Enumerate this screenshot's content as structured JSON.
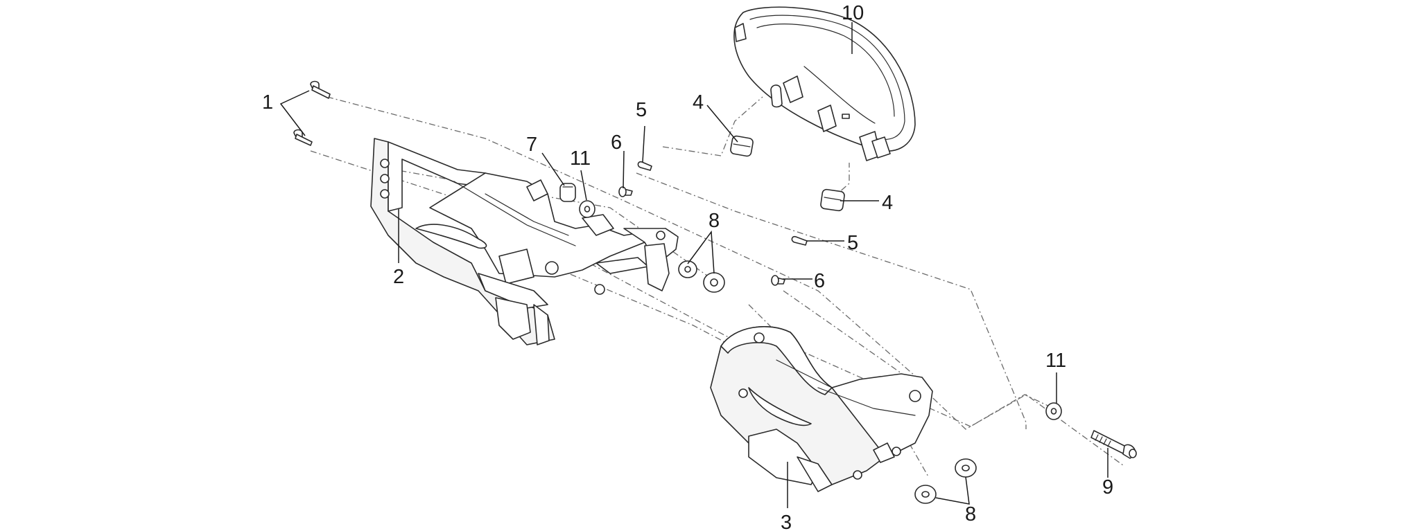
{
  "callouts": {
    "c1": "1",
    "c2": "2",
    "c3": "3",
    "c4a": "4",
    "c4b": "4",
    "c5a": "5",
    "c5b": "5",
    "c6a": "6",
    "c6b": "6",
    "c7": "7",
    "c8a": "8",
    "c8b": "8",
    "c9": "9",
    "c10": "10",
    "c11a": "11",
    "c11b": "11"
  },
  "colors": {
    "line": "#2a2a2a",
    "background": "#ffffff"
  }
}
